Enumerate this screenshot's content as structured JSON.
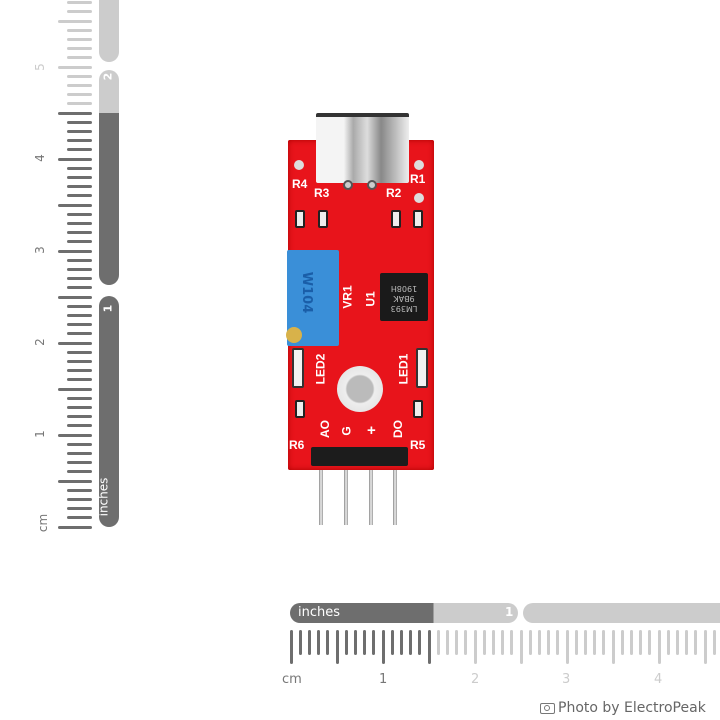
{
  "vertical_ruler": {
    "unit_cm": "cm",
    "unit_in": "inches",
    "cm_labels": [
      "1",
      "2",
      "3",
      "4",
      "5"
    ],
    "inch_labels": [
      "1",
      "2"
    ]
  },
  "horizontal_ruler": {
    "unit_cm": "cm",
    "unit_in": "inches",
    "cm_labels": [
      "1",
      "2",
      "3",
      "4"
    ],
    "inch_labels": [
      "1"
    ]
  },
  "credit": {
    "icon": "camera-icon",
    "text": "Photo by ElectroPeak"
  },
  "board": {
    "color": "#e8141b",
    "labels": {
      "r1": "R1",
      "r2": "R2",
      "r3": "R3",
      "r4": "R4",
      "r5": "R5",
      "r6": "R6",
      "led1": "LED1",
      "led2": "LED2",
      "vr1": "VR1",
      "u1": "U1",
      "ao": "AO",
      "g": "G",
      "plus": "+",
      "do": "DO"
    },
    "ic_marking": [
      "LM393",
      "9BAK",
      "1908H"
    ],
    "pot_marking": "W104"
  }
}
